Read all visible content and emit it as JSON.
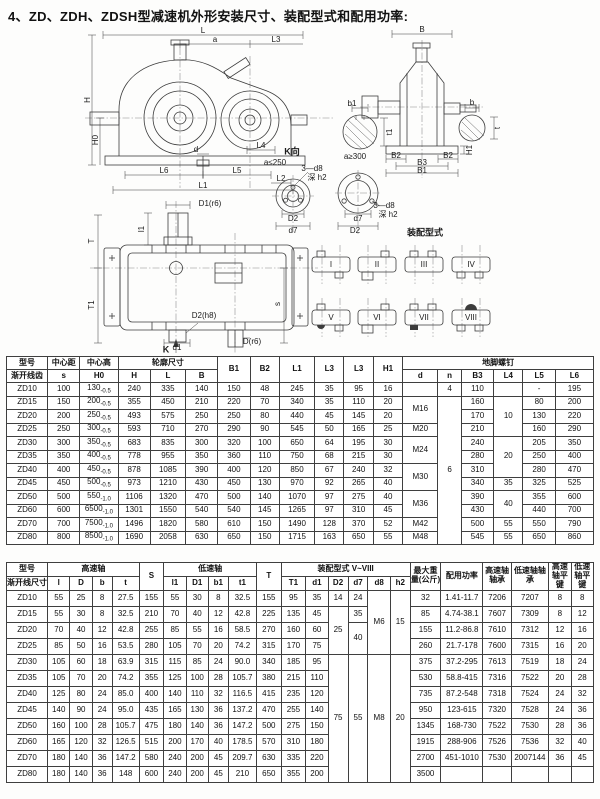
{
  "page": {
    "title": "4、ZD、ZDH、ZDSH型减速机外形安装尺寸、装配型式和配用功率:"
  },
  "drawings": {
    "front": {
      "L": "L",
      "a": "a",
      "L3": "L3",
      "H": "H",
      "H0": "H0",
      "d": "d",
      "L4": "L4",
      "L6": "L6",
      "L5": "L5",
      "L2": "L2",
      "L1": "L1"
    },
    "side": {
      "B": "B",
      "B2": "B2",
      "B3": "B3",
      "B1": "B1",
      "H1": "H1"
    },
    "sections": {
      "b1": "b1",
      "t1": "t1",
      "b": "b",
      "t": "t"
    },
    "kview": {
      "title": "K向",
      "cond_small": "a≤250",
      "cond_large": "a≥300",
      "holes": "3—d8",
      "depth": "深 h2",
      "D2": "D2",
      "d7": "d7"
    },
    "plan": {
      "D1": "D1(r6)",
      "l1": "l1",
      "T": "T",
      "T1": "T1",
      "D2": "D2(h8)",
      "d1": "d1",
      "D": "D(r6)",
      "s": "s",
      "K": "K"
    },
    "assembly": {
      "title": "装配型式",
      "types": [
        "I",
        "II",
        "III",
        "IV",
        "V",
        "VI",
        "VII",
        "VIII"
      ]
    }
  },
  "table1": {
    "header": [
      [
        {
          "t": "型号"
        },
        {
          "t": "中心距"
        },
        {
          "t": "中心高"
        },
        {
          "t": "轮廓尺寸",
          "cs": 3
        },
        {
          "t": "B1",
          "rs": 2
        },
        {
          "t": "B2",
          "rs": 2
        },
        {
          "t": "L1",
          "rs": 2
        },
        {
          "t": "L3",
          "rs": 2
        },
        {
          "t": "L3",
          "rs": 2
        },
        {
          "t": "H1",
          "rs": 2
        },
        {
          "t": "地脚螺钉",
          "cs": 6
        }
      ],
      [
        {
          "t": "渐开线齿"
        },
        {
          "t": "s"
        },
        {
          "t": "H0"
        },
        {
          "t": "H"
        },
        {
          "t": "L"
        },
        {
          "t": "B"
        },
        {
          "t": "d"
        },
        {
          "t": "n"
        },
        {
          "t": "B3"
        },
        {
          "t": "L4"
        },
        {
          "t": "L5"
        },
        {
          "t": "L6"
        }
      ]
    ],
    "rows": [
      [
        "ZD10",
        "100",
        {
          "t": "130",
          "sub": "-0.5"
        },
        "240",
        "335",
        "140",
        "150",
        "48",
        "245",
        "35",
        "95",
        "16",
        "",
        "4",
        "110",
        "",
        "-",
        "195"
      ],
      [
        "ZD15",
        "150",
        {
          "t": "200",
          "sub": "-0.5"
        },
        "355",
        "450",
        "210",
        "220",
        "70",
        "340",
        "35",
        "110",
        "20",
        {
          "t": "M16",
          "rs": 2
        },
        {
          "t": "6",
          "rs": 11
        },
        "160",
        {
          "t": "10",
          "rs": 3
        },
        "80",
        "200"
      ],
      [
        "ZD20",
        "200",
        {
          "t": "250",
          "sub": "-0.5"
        },
        "493",
        "575",
        "250",
        "250",
        "80",
        "440",
        "45",
        "145",
        "20",
        "170",
        "130",
        "220"
      ],
      [
        "ZD25",
        "250",
        {
          "t": "300",
          "sub": "-0.5"
        },
        "593",
        "710",
        "270",
        "290",
        "90",
        "545",
        "50",
        "165",
        "25",
        "M20",
        "210",
        "160",
        "290"
      ],
      [
        "ZD30",
        "300",
        {
          "t": "350",
          "sub": "-0.5"
        },
        "683",
        "835",
        "300",
        "320",
        "100",
        "650",
        "64",
        "195",
        "30",
        {
          "t": "M24",
          "rs": 2
        },
        "240",
        {
          "t": "20",
          "rs": 3
        },
        "205",
        "350"
      ],
      [
        "ZD35",
        "350",
        {
          "t": "400",
          "sub": "-0.5"
        },
        "778",
        "955",
        "350",
        "360",
        "110",
        "750",
        "68",
        "215",
        "30",
        "280",
        "250",
        "400"
      ],
      [
        "ZD40",
        "400",
        {
          "t": "450",
          "sub": "-0.5"
        },
        "878",
        "1085",
        "390",
        "400",
        "120",
        "850",
        "67",
        "240",
        "32",
        {
          "t": "M30",
          "rs": 2
        },
        "310",
        "280",
        "470"
      ],
      [
        "ZD45",
        "450",
        {
          "t": "500",
          "sub": "-0.5"
        },
        "973",
        "1210",
        "430",
        "450",
        "130",
        "970",
        "92",
        "265",
        "40",
        "340",
        "35",
        "325",
        "525"
      ],
      [
        "ZD50",
        "500",
        {
          "t": "550",
          "sub": "-1.0"
        },
        "1106",
        "1320",
        "470",
        "500",
        "140",
        "1070",
        "97",
        "275",
        "40",
        {
          "t": "M36",
          "rs": 2
        },
        "390",
        {
          "t": "40",
          "rs": 2
        },
        "355",
        "600"
      ],
      [
        "ZD60",
        "600",
        {
          "t": "6500",
          "sub": "-1.0"
        },
        "1301",
        "1550",
        "540",
        "540",
        "145",
        "1265",
        "97",
        "310",
        "45",
        "430",
        "440",
        "700"
      ],
      [
        "ZD70",
        "700",
        {
          "t": "7500",
          "sub": "-1.0"
        },
        "1496",
        "1820",
        "580",
        "610",
        "150",
        "1490",
        "128",
        "370",
        "52",
        "M42",
        "500",
        "55",
        "550",
        "790"
      ],
      [
        "ZD80",
        "800",
        {
          "t": "8500",
          "sub": "-1.0"
        },
        "1690",
        "2058",
        "630",
        "650",
        "150",
        "1715",
        "163",
        "650",
        "55",
        "M48",
        "545",
        "55",
        "650",
        "860"
      ]
    ]
  },
  "table2": {
    "header": [
      [
        {
          "t": "型号"
        },
        {
          "t": "高速轴",
          "cs": 4
        },
        {
          "t": "S",
          "rs": 2
        },
        {
          "t": "低速轴",
          "cs": 4
        },
        {
          "t": "T",
          "rs": 2
        },
        {
          "t": "装配型式 V~VIII",
          "cs": 6
        },
        {
          "t": "最大重量(公斤)",
          "rs": 2
        },
        {
          "t": "配用功率",
          "rs": 2
        },
        {
          "t": "高速轴轴承",
          "rs": 2
        },
        {
          "t": "低速轴轴承",
          "rs": 2
        },
        {
          "t": "高速轴平键",
          "rs": 2
        },
        {
          "t": "低速轴平键",
          "rs": 2
        }
      ],
      [
        {
          "t": "渐开线尺寸"
        },
        {
          "t": "l"
        },
        {
          "t": "D"
        },
        {
          "t": "b"
        },
        {
          "t": "t"
        },
        {
          "t": "l1"
        },
        {
          "t": "D1"
        },
        {
          "t": "b1"
        },
        {
          "t": "t1"
        },
        {
          "t": "T1"
        },
        {
          "t": "d1"
        },
        {
          "t": "D2"
        },
        {
          "t": "d7"
        },
        {
          "t": "d8"
        },
        {
          "t": "h2"
        }
      ]
    ],
    "rows": [
      [
        "ZD10",
        "55",
        "25",
        "8",
        "27.5",
        "155",
        "55",
        "30",
        "8",
        "32.5",
        "155",
        "95",
        "35",
        "14",
        "24",
        {
          "t": "M6",
          "rs": 4
        },
        {
          "t": "15",
          "rs": 4
        },
        "32",
        "1.41-11.7",
        "7206",
        "7207",
        "8",
        "8"
      ],
      [
        "ZD15",
        "55",
        "30",
        "8",
        "32.5",
        "210",
        "70",
        "40",
        "12",
        "42.8",
        "225",
        "135",
        "45",
        {
          "t": "25",
          "rs": 3
        },
        "35",
        "85",
        "4.74-38.1",
        "7607",
        "7309",
        "8",
        "12"
      ],
      [
        "ZD20",
        "70",
        "40",
        "12",
        "42.8",
        "255",
        "85",
        "55",
        "16",
        "58.5",
        "270",
        "160",
        "60",
        {
          "t": "40",
          "rs": 2
        },
        "155",
        "11.2-86.8",
        "7610",
        "7312",
        "12",
        "16"
      ],
      [
        "ZD25",
        "85",
        "50",
        "16",
        "53.5",
        "280",
        "105",
        "70",
        "20",
        "74.2",
        "315",
        "170",
        "75",
        "260",
        "21.7-178",
        "7600",
        "7315",
        "16",
        "20"
      ],
      [
        "ZD30",
        "105",
        "60",
        "18",
        "63.9",
        "315",
        "115",
        "85",
        "24",
        "90.0",
        "340",
        "185",
        "95",
        {
          "t": "75",
          "rs": 8
        },
        {
          "t": "55",
          "rs": 8
        },
        {
          "t": "M8",
          "rs": 8
        },
        {
          "t": "20",
          "rs": 8
        },
        "375",
        "37.2-295",
        "7613",
        "7519",
        "18",
        "24"
      ],
      [
        "ZD35",
        "105",
        "70",
        "20",
        "74.2",
        "355",
        "125",
        "100",
        "28",
        "105.7",
        "380",
        "215",
        "110",
        "530",
        "58.8-415",
        "7316",
        "7522",
        "20",
        "28"
      ],
      [
        "ZD40",
        "125",
        "80",
        "24",
        "85.0",
        "400",
        "140",
        "110",
        "32",
        "116.5",
        "415",
        "235",
        "120",
        "735",
        "87.2-548",
        "7318",
        "7524",
        "24",
        "32"
      ],
      [
        "ZD45",
        "140",
        "90",
        "24",
        "95.0",
        "435",
        "165",
        "130",
        "36",
        "137.2",
        "470",
        "255",
        "140",
        "950",
        "123-615",
        "7320",
        "7528",
        "24",
        "36"
      ],
      [
        "ZD50",
        "160",
        "100",
        "28",
        "105.7",
        "475",
        "180",
        "140",
        "36",
        "147.2",
        "500",
        "275",
        "150",
        "1345",
        "168-730",
        "7522",
        "7530",
        "28",
        "36"
      ],
      [
        "ZD60",
        "165",
        "120",
        "32",
        "126.5",
        "515",
        "200",
        "170",
        "40",
        "178.5",
        "570",
        "310",
        "180",
        "1915",
        "288-906",
        "7526",
        "7536",
        "32",
        "40"
      ],
      [
        "ZD70",
        "180",
        "140",
        "36",
        "147.2",
        "580",
        "240",
        "200",
        "45",
        "209.7",
        "630",
        "335",
        "220",
        "2700",
        "451-1010",
        "7530",
        "2007144",
        "36",
        "45"
      ],
      [
        "ZD80",
        "180",
        "140",
        "36",
        "148",
        "600",
        "240",
        "200",
        "45",
        "210",
        "650",
        "355",
        "200",
        "3500",
        "",
        "",
        "",
        "",
        ""
      ]
    ]
  }
}
